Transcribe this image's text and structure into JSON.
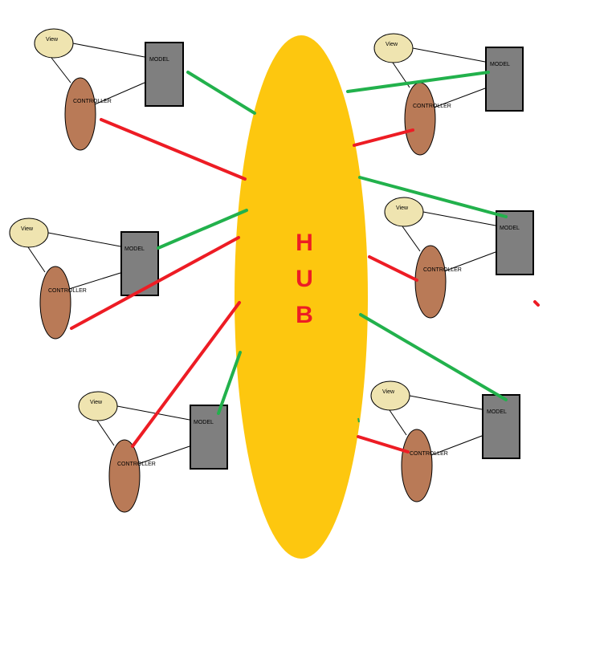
{
  "colors": {
    "background": "#ffffff",
    "hub_fill": "#fdc70f",
    "hub_text": "#ed1c24",
    "model_fill": "#7f7f7f",
    "view_fill": "#efe4b0",
    "controller_fill": "#b97a57",
    "outline": "#000000",
    "green_link": "#22b14c",
    "red_link": "#ed1c24"
  },
  "hub": {
    "letters": [
      "H",
      "U",
      "B"
    ]
  },
  "clusters": [
    {
      "id": "top-left",
      "model_label": "MODEL",
      "view_label": "View",
      "controller_label": "CONTROLLER"
    },
    {
      "id": "middle-left",
      "model_label": "MODEL",
      "view_label": "View",
      "controller_label": "CONTROLLER"
    },
    {
      "id": "bottom-left",
      "model_label": "MODEL",
      "view_label": "View",
      "controller_label": "CONTROLLER"
    },
    {
      "id": "top-right",
      "model_label": "MODEL",
      "view_label": "View",
      "controller_label": "CONTROLLER"
    },
    {
      "id": "middle-right",
      "model_label": "MODEL",
      "view_label": "View",
      "controller_label": "CONTROLLER"
    },
    {
      "id": "bottom-right",
      "model_label": "MODEL",
      "view_label": "View",
      "controller_label": "CONTROLLER"
    }
  ]
}
